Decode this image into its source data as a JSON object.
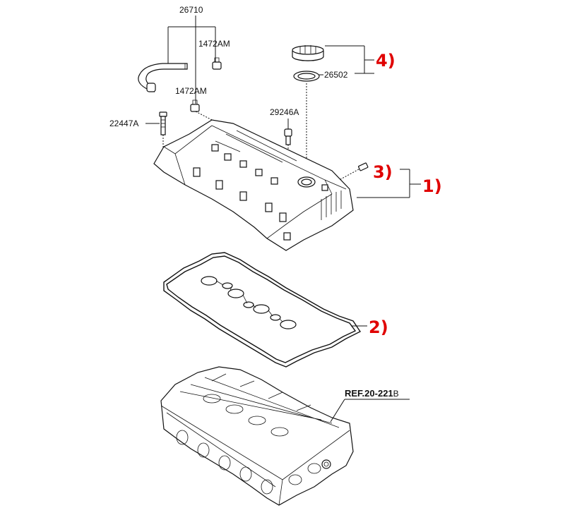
{
  "labels": {
    "hose": "26710",
    "clamp_upper": "1472AM",
    "clamp_lower": "1472AM",
    "bolt": "22447A",
    "sensor": "29246A",
    "cap_seal": "26502",
    "ref_prefix": "REF.20-221",
    "ref_suffix": "B"
  },
  "callouts": {
    "cover": "1)",
    "gasket": "2)",
    "plug": "3)",
    "cap": "4)"
  },
  "colors": {
    "callout": "#e00000",
    "line": "#111111"
  }
}
